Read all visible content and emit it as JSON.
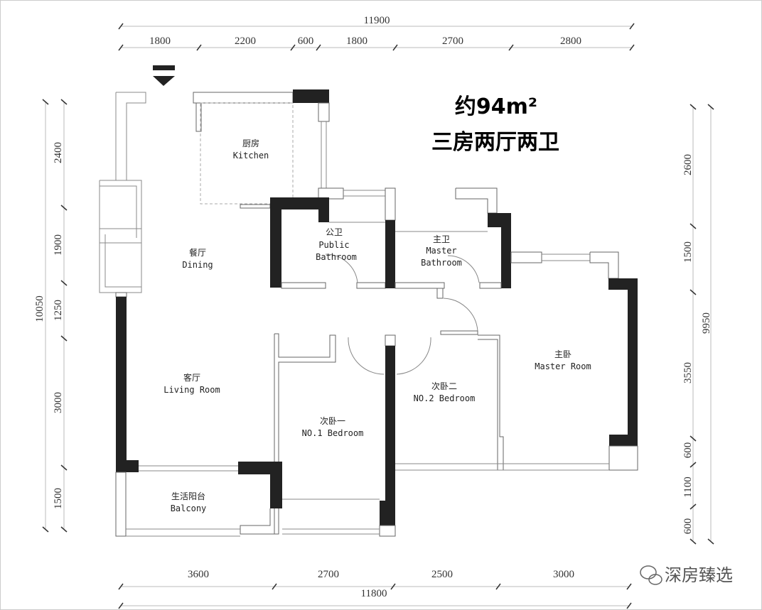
{
  "title": {
    "area": "约94m²",
    "layout": "三房两厅两卫"
  },
  "dimensions": {
    "top_total": "11900",
    "top_segments": [
      "1800",
      "2200",
      "600",
      "1800",
      "2700",
      "2800"
    ],
    "bottom_total": "11800",
    "bottom_segments": [
      "3600",
      "2700",
      "2500",
      "3000"
    ],
    "left_total": "10050",
    "left_segments": [
      "2400",
      "1900",
      "1250",
      "3000",
      "1500"
    ],
    "right_total": "9950",
    "right_segments": [
      "2600",
      "1500",
      "3550",
      "600",
      "1100",
      "600"
    ]
  },
  "rooms": {
    "kitchen": {
      "cn": "厨房",
      "en": "Kitchen"
    },
    "public_bath": {
      "cn": "公卫",
      "en1": "Public",
      "en2": "Bathroom"
    },
    "master_bath": {
      "cn": "主卫",
      "en1": "Master",
      "en2": "Bathroom"
    },
    "dining": {
      "cn": "餐厅",
      "en": "Dining"
    },
    "living": {
      "cn": "客厅",
      "en": "Living Room"
    },
    "bedroom1": {
      "cn": "次卧一",
      "en": "NO.1 Bedroom"
    },
    "bedroom2": {
      "cn": "次卧二",
      "en": "NO.2 Bedroom"
    },
    "master": {
      "cn": "主卧",
      "en": "Master Room"
    },
    "balcony": {
      "cn": "生活阳台",
      "en": "Balcony"
    }
  },
  "watermark": "深房臻选"
}
